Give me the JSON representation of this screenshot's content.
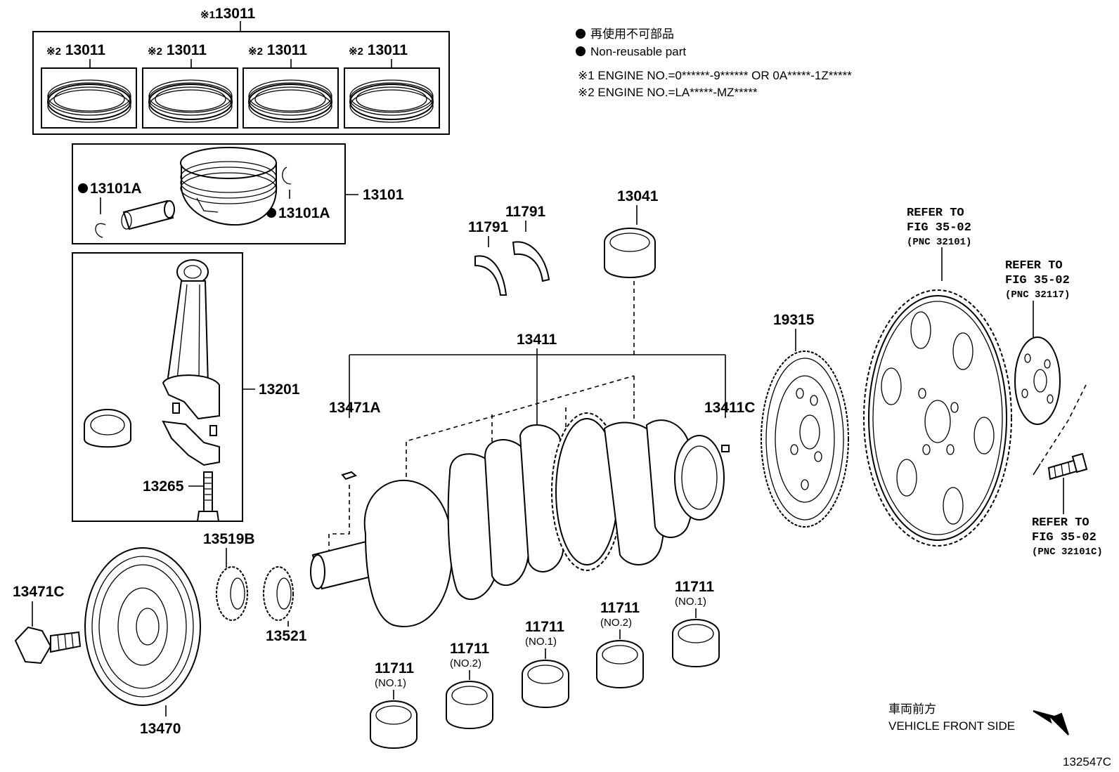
{
  "notes": {
    "jp_line": "再使用不可部品",
    "en_line": "Non-reusable part",
    "engine1": "※1 ENGINE NO.=0******-9****** OR 0A*****-1Z*****",
    "engine2": "※2 ENGINE NO.=LA*****-MZ*****"
  },
  "front": {
    "jp": "車両前方",
    "en": "VEHICLE FRONT SIDE"
  },
  "figure_id": "132547C",
  "rings": {
    "top_mark": "※1",
    "top_label": "13011",
    "sub_mark": "※2",
    "sub_label": "13011"
  },
  "parts": {
    "p13101": "13101",
    "p13101A_left": "13101A",
    "p13101A_right": "13101A",
    "p13201": "13201",
    "p13265": "13265",
    "p11791_a": "11791",
    "p11791_b": "11791",
    "p13041": "13041",
    "p13411": "13411",
    "p13471A": "13471A",
    "p13411C": "13411C",
    "p19315": "19315",
    "p13519B": "13519B",
    "p13521": "13521",
    "p13471C": "13471C",
    "p13470": "13470"
  },
  "bearings": [
    {
      "pn": "11711",
      "sub": "(NO.1)"
    },
    {
      "pn": "11711",
      "sub": "(NO.2)"
    },
    {
      "pn": "11711",
      "sub": "(NO.1)"
    },
    {
      "pn": "11711",
      "sub": "(NO.2)"
    },
    {
      "pn": "11711",
      "sub": "(NO.1)"
    }
  ],
  "refers": {
    "r1": {
      "line1": "REFER TO",
      "line2": "FIG 35-02",
      "line3": "(PNC 32101)"
    },
    "r2": {
      "line1": "REFER TO",
      "line2": "FIG 35-02",
      "line3": "(PNC 32117)"
    },
    "r3": {
      "line1": "REFER TO",
      "line2": "FIG 35-02",
      "line3": "(PNC 32101C)"
    }
  }
}
